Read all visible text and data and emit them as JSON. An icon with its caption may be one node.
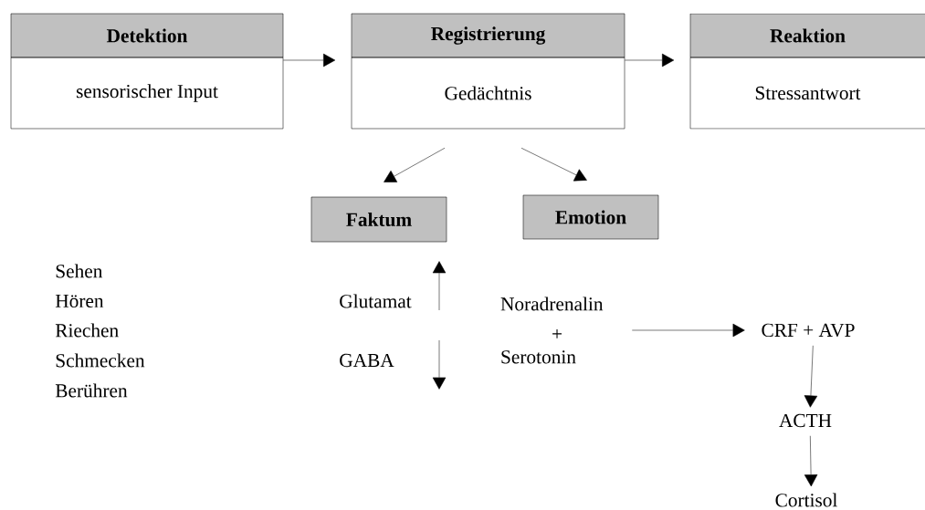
{
  "diagram": {
    "nodes": [
      {
        "text": [
          "Detektion",
          "sensorischer Input"
        ]
      },
      {
        "text": [
          "Registrierung",
          "Gedächtnis"
        ]
      },
      {
        "text": [
          "Reaktion",
          "Stressantwort"
        ]
      },
      {
        "text": [
          "Faktum"
        ]
      },
      {
        "text": [
          "Emotion"
        ]
      },
      {
        "text": [
          "Noradrenalin",
          "+",
          "Serotonin"
        ]
      },
      {
        "text": [
          "CRF + AVP"
        ]
      },
      {
        "text": [
          "ACTH"
        ]
      },
      {
        "text": [
          "Cortisol"
        ]
      }
    ],
    "edges": [
      {
        "from": 0,
        "to": 1,
        "arrow": "to"
      },
      {
        "from": 1,
        "to": 2,
        "arrow": "to"
      },
      {
        "from": 1,
        "to": 3,
        "arrow": "to"
      },
      {
        "from": 1,
        "to": 4,
        "arrow": "to"
      },
      {
        "from": 5,
        "to": 6,
        "arrow": "to"
      },
      {
        "from": 6,
        "to": 7,
        "arrow": "to"
      },
      {
        "from": 7,
        "to": 8,
        "arrow": "to"
      }
    ],
    "labels": [
      "Sehen",
      "Hören",
      "Riechen",
      "Schmecken",
      "Berühren",
      "Glutamat",
      "GABA"
    ]
  }
}
